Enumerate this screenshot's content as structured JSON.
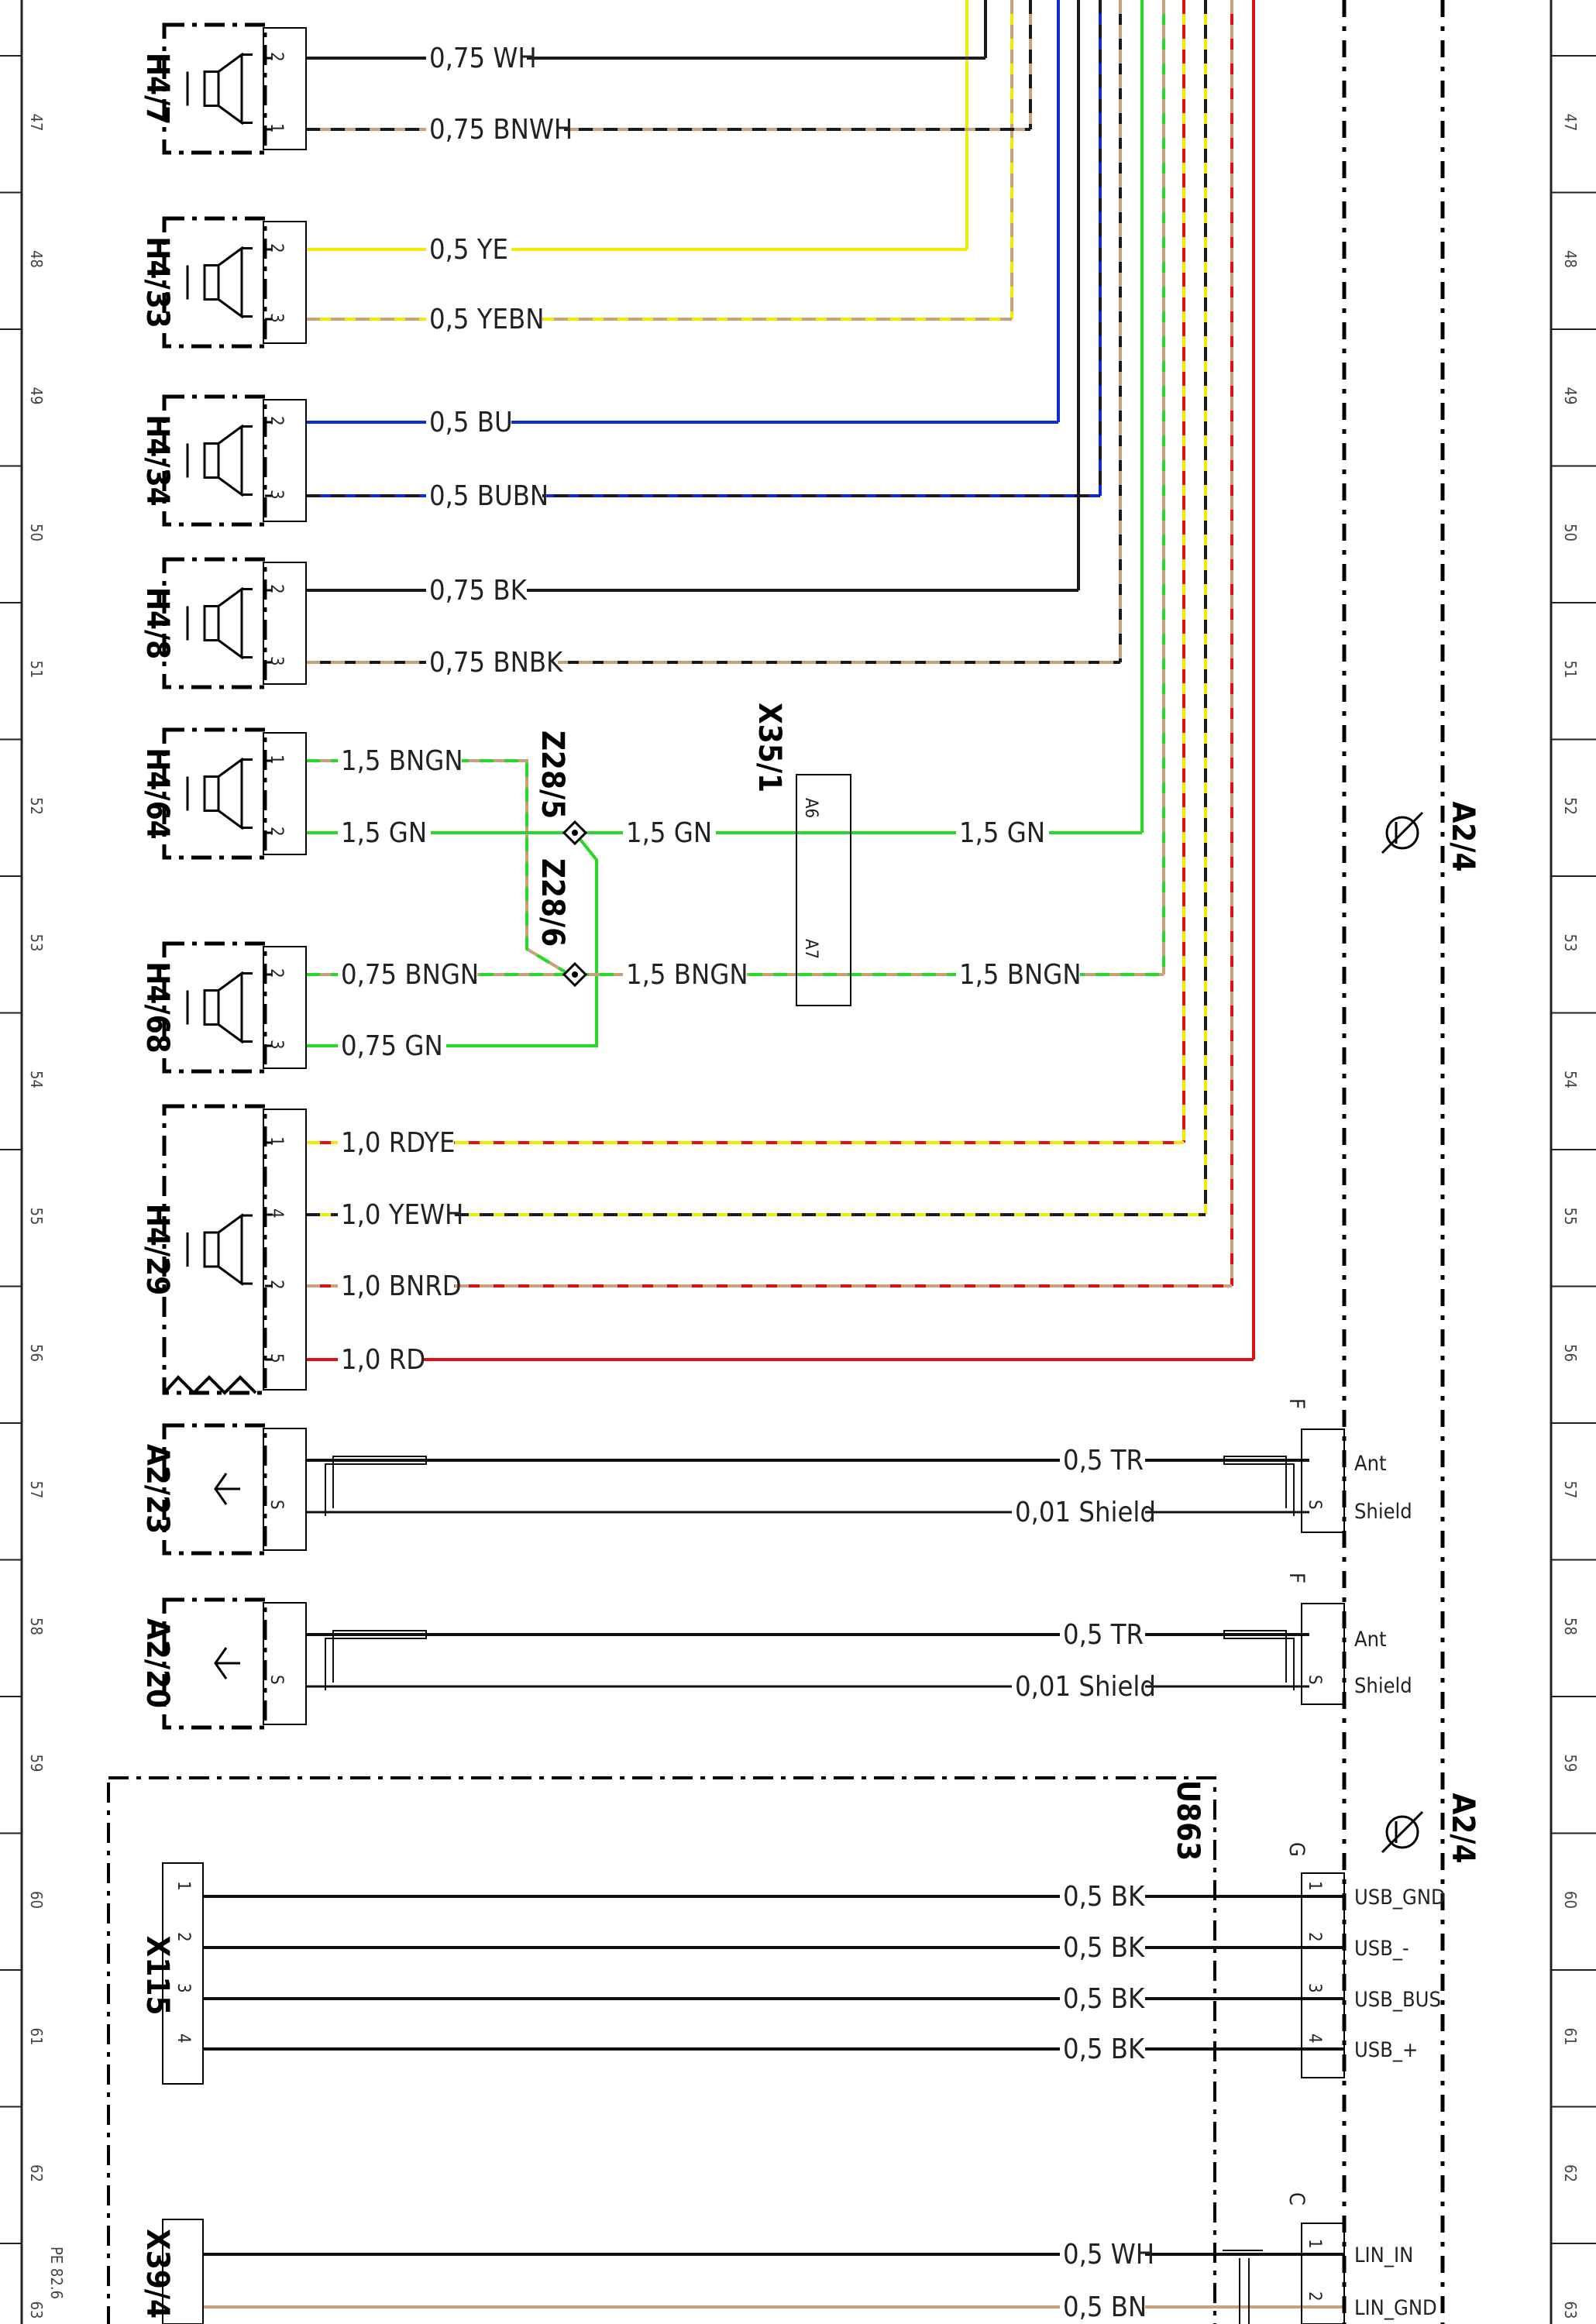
{
  "rows": [
    "47",
    "48",
    "49",
    "50",
    "51",
    "52",
    "53",
    "54",
    "55",
    "56",
    "57",
    "58",
    "59",
    "60",
    "61",
    "62",
    "63"
  ],
  "components": [
    {
      "id": "h4-7",
      "label": "H4/7"
    },
    {
      "id": "h4-33",
      "label": "H4/33"
    },
    {
      "id": "h4-34",
      "label": "H4/34"
    },
    {
      "id": "h4-8",
      "label": "H4/8"
    },
    {
      "id": "h4-64",
      "label": "H4/64"
    },
    {
      "id": "h4-68",
      "label": "H4/68"
    },
    {
      "id": "h4-29",
      "label": "H4/29"
    },
    {
      "id": "a2-23",
      "label": "A2/23"
    },
    {
      "id": "a2-20",
      "label": "A2/20"
    },
    {
      "id": "x115",
      "label": "X115"
    },
    {
      "id": "x39-4",
      "label": "X39/4"
    },
    {
      "id": "u863",
      "label": "U863"
    },
    {
      "id": "x35-1",
      "label": "X35/1"
    },
    {
      "id": "z28-5",
      "label": "Z28/5"
    },
    {
      "id": "z28-6",
      "label": "Z28/6"
    },
    {
      "id": "a2-4-top",
      "label": "A2/4"
    },
    {
      "id": "a2-4-bottom",
      "label": "A2/4"
    }
  ],
  "wires": [
    {
      "label": "0,75 WH"
    },
    {
      "label": "0,75 BNWH"
    },
    {
      "label": "0,5 YE"
    },
    {
      "label": "0,5 YEBN"
    },
    {
      "label": "0,5 BU"
    },
    {
      "label": "0,5 BUBN"
    },
    {
      "label": "0,75 BK"
    },
    {
      "label": "0,75 BNBK"
    },
    {
      "label": "1,5 BNGN"
    },
    {
      "label": "1,5 GN"
    },
    {
      "label": "1,5 GN"
    },
    {
      "label": "1,5 GN"
    },
    {
      "label": "0,75 BNGN"
    },
    {
      "label": "1,5 BNGN"
    },
    {
      "label": "1,5 BNGN"
    },
    {
      "label": "0,75 GN"
    },
    {
      "label": "1,0 RDYE"
    },
    {
      "label": "1,0 YEWH"
    },
    {
      "label": "1,0 BNRD"
    },
    {
      "label": "1,0 RD"
    },
    {
      "label": "0,5 TR"
    },
    {
      "label": "0,01 Shield"
    },
    {
      "label": "0,5 TR"
    },
    {
      "label": "0,01 Shield"
    },
    {
      "label": "0,5 BK"
    },
    {
      "label": "0,5 BK"
    },
    {
      "label": "0,5 BK"
    },
    {
      "label": "0,5 BK"
    },
    {
      "label": "0,5 WH"
    },
    {
      "label": "0,5 BN"
    }
  ],
  "connector_pins": [
    {
      "label": "Ant"
    },
    {
      "label": "Shield"
    },
    {
      "label": "Ant"
    },
    {
      "label": "Shield"
    },
    {
      "label": "USB_GND"
    },
    {
      "label": "USB_-"
    },
    {
      "label": "USB_BUS"
    },
    {
      "label": "USB_+"
    },
    {
      "label": "LIN_IN"
    },
    {
      "label": "LIN_GND"
    }
  ],
  "connector_letters": [
    "F",
    "F",
    "G",
    "C"
  ],
  "pin_numbers": {
    "h4_7": [
      "2",
      "1"
    ],
    "h4_33": [
      "2",
      "3"
    ],
    "h4_34": [
      "2",
      "3"
    ],
    "h4_8": [
      "2",
      "3"
    ],
    "h4_64": [
      "1",
      "2"
    ],
    "h4_68": [
      "2",
      "3"
    ],
    "h4_29": [
      "1",
      "4",
      "2",
      "5"
    ],
    "x35_1": [
      "A6",
      "A7"
    ],
    "x115": [
      "1",
      "2",
      "3",
      "4"
    ],
    "usb_side": [
      "1",
      "2",
      "3",
      "4"
    ],
    "lin_side": [
      "1",
      "2"
    ],
    "shield_marks": [
      "S",
      "S",
      "S",
      "S"
    ]
  },
  "footer_ref": "PE 82.6",
  "colors": {
    "black": "#1a1a1a",
    "white_wire": "#1a1a1a",
    "brown": "#c8a07a",
    "yellow": "#f2ea00",
    "blue": "#0a2bd6",
    "green": "#27d827",
    "red": "#e01010"
  }
}
